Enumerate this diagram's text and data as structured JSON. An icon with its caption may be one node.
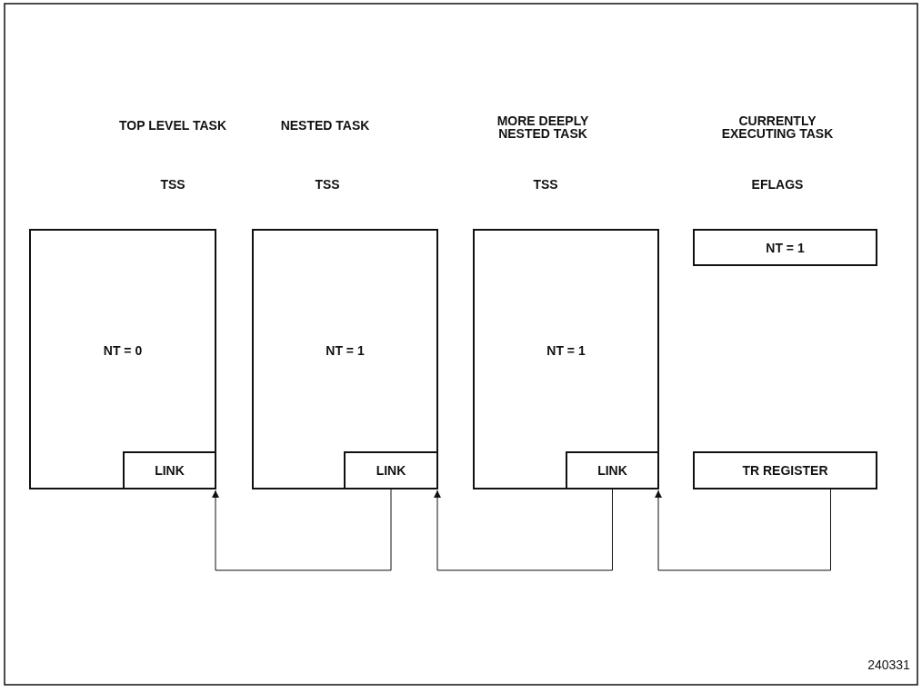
{
  "diagram": {
    "nodes": [
      {
        "text": [
          "NT = 0"
        ]
      },
      {
        "text": [
          "LINK"
        ],
        "in": 0
      },
      {
        "text": [
          "NT = 1"
        ]
      },
      {
        "text": [
          "LINK"
        ],
        "in": 2
      },
      {
        "text": [
          "NT = 1"
        ]
      },
      {
        "text": [
          "LINK"
        ],
        "in": 4
      },
      {
        "text": [
          "NT = 1"
        ]
      },
      {
        "text": [
          "TR REGISTER"
        ]
      }
    ],
    "edges": [
      {
        "from": 3,
        "to": 1,
        "arrow": "to"
      },
      {
        "from": 5,
        "to": 3,
        "arrow": "to"
      },
      {
        "from": 7,
        "to": 5,
        "arrow": "to"
      }
    ],
    "labels": [
      "TOP LEVEL TASK",
      "NESTED TASK",
      "MORE DEEPLY NESTED TASK",
      "CURRENTLY EXECUTING TASK",
      "TSS",
      "TSS",
      "TSS",
      "EFLAGS",
      "240331"
    ]
  }
}
